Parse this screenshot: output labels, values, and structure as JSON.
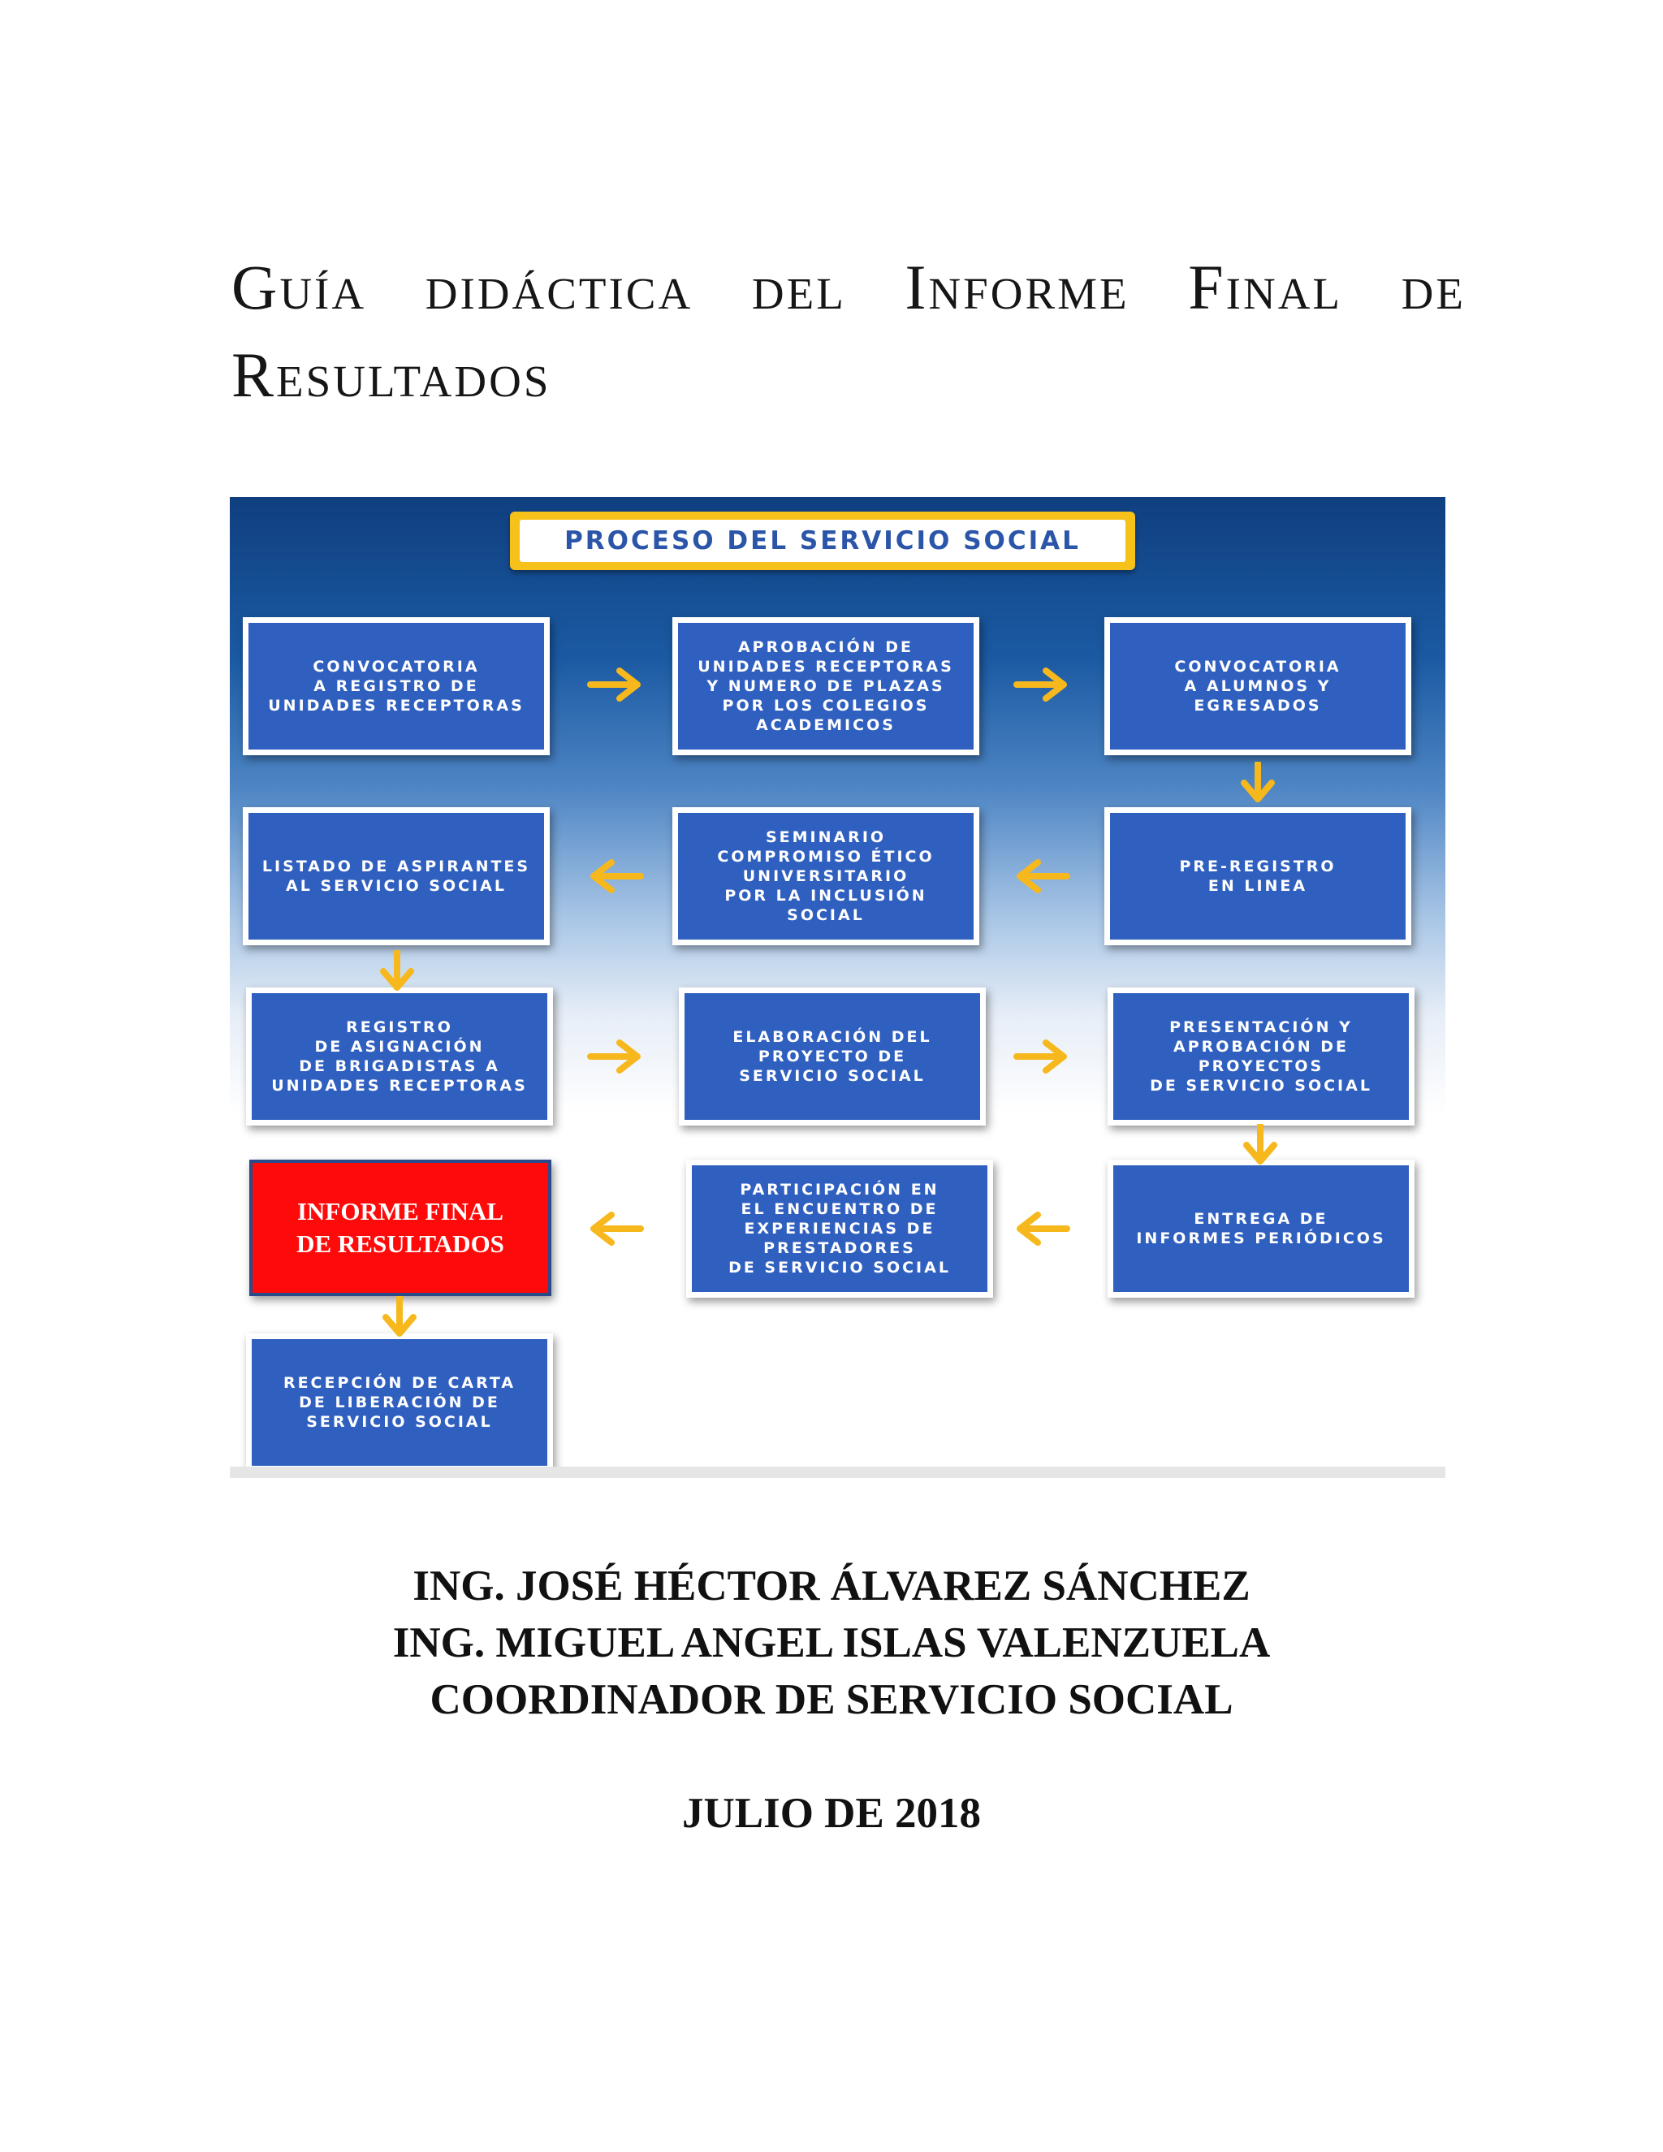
{
  "document": {
    "title": "Guía didáctica del Informe Final de Resultados",
    "authors": [
      "ING. JOSÉ HÉCTOR ÁLVAREZ SÁNCHEZ",
      "ING. MIGUEL ANGEL ISLAS VALENZUELA",
      "COORDINADOR DE SERVICIO SOCIAL"
    ],
    "date": "JULIO DE 2018"
  },
  "flowchart": {
    "banner": "PROCESO DEL SERVICIO SOCIAL",
    "steps": [
      "CONVOCATORIA\nA REGISTRO DE\nUNIDADES RECEPTORAS",
      "APROBACIÓN DE\nUNIDADES RECEPTORAS\nY NUMERO DE PLAZAS\nPOR LOS COLEGIOS\nACADEMICOS",
      "CONVOCATORIA\nA ALUMNOS Y\nEGRESADOS",
      "PRE-REGISTRO\nEN LINEA",
      "SEMINARIO\nCOMPROMISO ÉTICO\nUNIVERSITARIO\nPOR LA INCLUSIÓN\nSOCIAL",
      "LISTADO DE ASPIRANTES\nAL SERVICIO SOCIAL",
      "REGISTRO\nDE ASIGNACIÓN\nDE BRIGADISTAS A\nUNIDADES RECEPTORAS",
      "ELABORACIÓN DEL\nPROYECTO DE\nSERVICIO SOCIAL",
      "PRESENTACIÓN Y\nAPROBACIÓN DE\nPROYECTOS\nDE SERVICIO SOCIAL",
      "ENTREGA DE\nINFORMES PERIÓDICOS",
      "PARTICIPACIÓN EN\nEL ENCUENTRO DE\nEXPERIENCIAS DE\nPRESTADORES\nDE SERVICIO SOCIAL",
      "INFORME FINAL\nDE RESULTADOS",
      "RECEPCIÓN DE CARTA\nDE LIBERACIÓN DE\nSERVICIO SOCIAL"
    ],
    "highlight_color": "#ff0a0a",
    "box_color": "#2f5fbf",
    "arrow_color": "#f6b81c"
  }
}
